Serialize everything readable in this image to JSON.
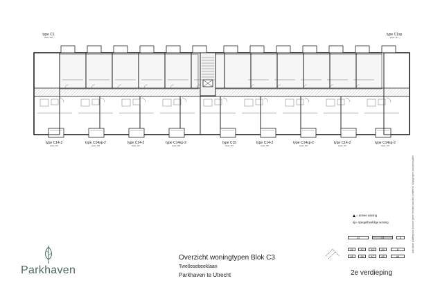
{
  "types_top": [
    {
      "label": "type C1",
      "sub": "kavel: 203"
    },
    {
      "label": "type C1sp",
      "sub": "kavel: 157"
    }
  ],
  "types_bottom": [
    {
      "label": "type C14-2",
      "sub": "kavel: 201"
    },
    {
      "label": "type C14sp-2",
      "sub": "kavel: 199"
    },
    {
      "label": "type C14-2",
      "sub": "kavel: 197"
    },
    {
      "label": "type C14sp-2",
      "sub": "kavel: 195"
    },
    {
      "label": "type C15",
      "sub": "kavel: 157"
    },
    {
      "label": "type C14-2",
      "sub": "kavel: 155"
    },
    {
      "label": "type C14sp-2",
      "sub": "kavel: 153"
    },
    {
      "label": "type C14-2",
      "sub": "kavel: 151"
    },
    {
      "label": "type C14sp-2",
      "sub": "kavel: 179"
    }
  ],
  "legend": {
    "entree": "= entree woning",
    "spiegel": "sp= spiegelbeeldige woning"
  },
  "keyplan": {
    "row1": [
      "C2",
      "C3",
      "D"
    ],
    "selected": "C3",
    "row2": [
      "A1",
      "A2",
      "A3",
      "A4",
      "B"
    ],
    "row3": [
      "A5",
      "A6",
      "A7",
      "A8",
      "A9"
    ]
  },
  "title_block": {
    "title": "Overzicht woningtypen  Blok C3",
    "street": "Twellosebeeklaan",
    "project": "Parkhaven te Utrecht",
    "level": "2e verdieping"
  },
  "logo": "Parkhaven",
  "disclaimer": "Aan deze plattegrond kunnen geen rechten worden ontleend. Wijzigingen voorbehouden.",
  "colors": {
    "logo": "#4b6a5e",
    "line": "#333333",
    "hatch": "#777777"
  }
}
